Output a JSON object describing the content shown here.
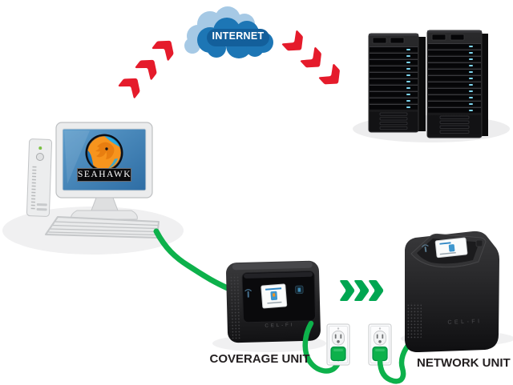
{
  "internet": {
    "label": "INTERNET"
  },
  "computer": {
    "screen_logo_text": "SEAHAWK"
  },
  "devices": {
    "coverage_unit": {
      "label": "COVERAGE UNIT",
      "brand_text": "CEL-FI"
    },
    "network_unit": {
      "label": "NETWORK UNIT",
      "brand_text": "CEL-FI"
    }
  },
  "colors": {
    "cloud_front": "#1D76B5",
    "cloud_back": "#A6C9E5",
    "internet_pill": "#135F9B",
    "arrow_red": "#E51B2B",
    "cable_green": "#0DB14B",
    "chevron_green": "#00A651",
    "plug_green": "#0DB14B",
    "label_text": "#231F20",
    "logo_orange": "#F7941D",
    "logo_blue": "#27AAE1",
    "server_led_blue": "#7ED6F0"
  }
}
